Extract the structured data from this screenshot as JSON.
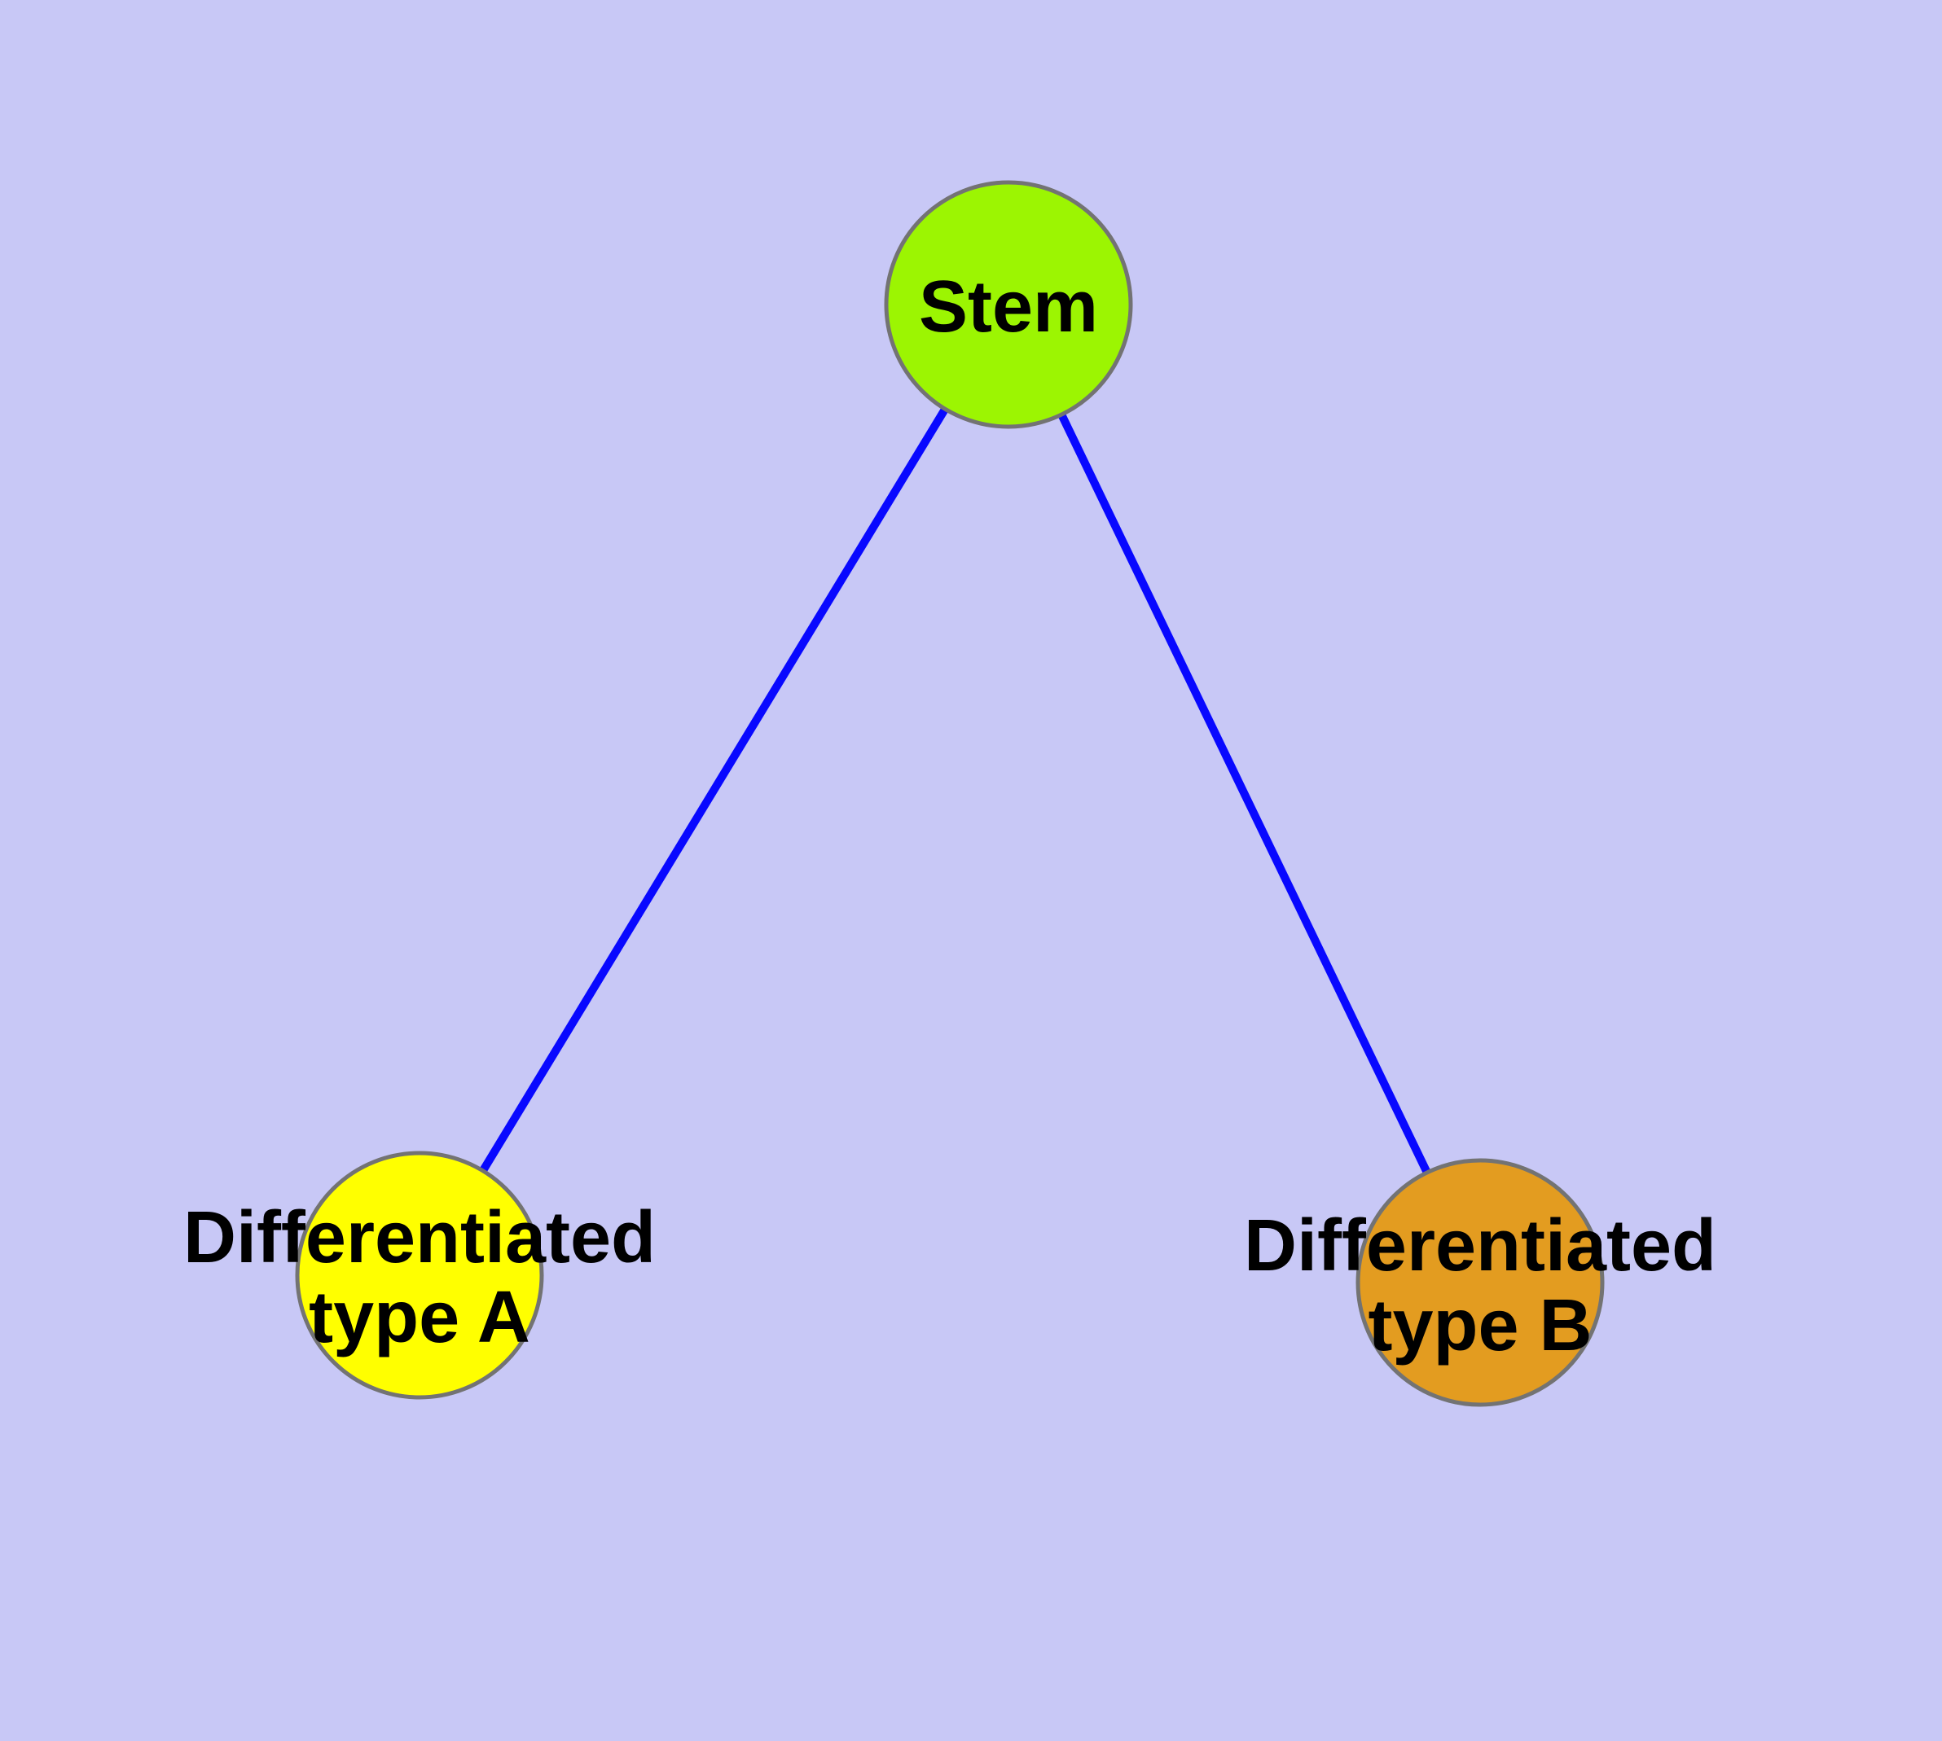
{
  "diagram": {
    "background_color": "#C8C8F6",
    "edge_color": "#0808FF",
    "node_border_color": "#737373",
    "label_color": "#000000",
    "nodes": {
      "stem": {
        "label": "Stem",
        "fill": "#9CF502"
      },
      "type_a": {
        "label_line1": "Differentiated",
        "label_line2": "type A",
        "fill": "#FFFF00"
      },
      "type_b": {
        "label_line1": "Differentiated",
        "label_line2": "type B",
        "fill": "#E39C20"
      }
    },
    "edges": [
      {
        "from": "stem",
        "to": "type_a"
      },
      {
        "from": "stem",
        "to": "type_b"
      }
    ]
  }
}
